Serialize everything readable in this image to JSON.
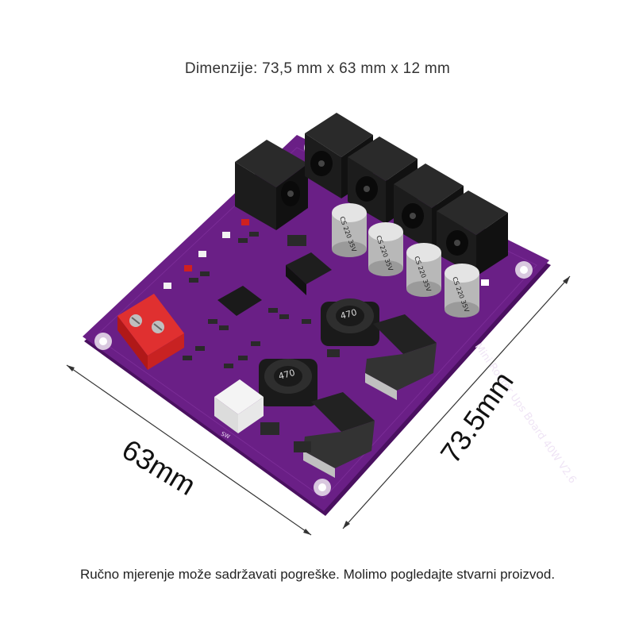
{
  "caption_top": "Dimenzije: 73,5 mm x 63 mm x 12 mm",
  "caption_bottom": "Ručno mjerenje može sadržavati pogreške. Molimo pogledajte stvarni proizvod.",
  "dimension_width": "63mm",
  "dimension_length": "73.5mm",
  "board_text": "Mini Router Ups Board 40W V2.6",
  "inductor_label": "470",
  "capacitor_label": "CS 220 35V",
  "connector_label": "SW",
  "colors": {
    "pcb": "#6a1f86",
    "pcb_edge": "#4a1060",
    "terminal": "#d62828",
    "jack": "#1c1c1c",
    "capacitor": "#cfcfcf"
  }
}
